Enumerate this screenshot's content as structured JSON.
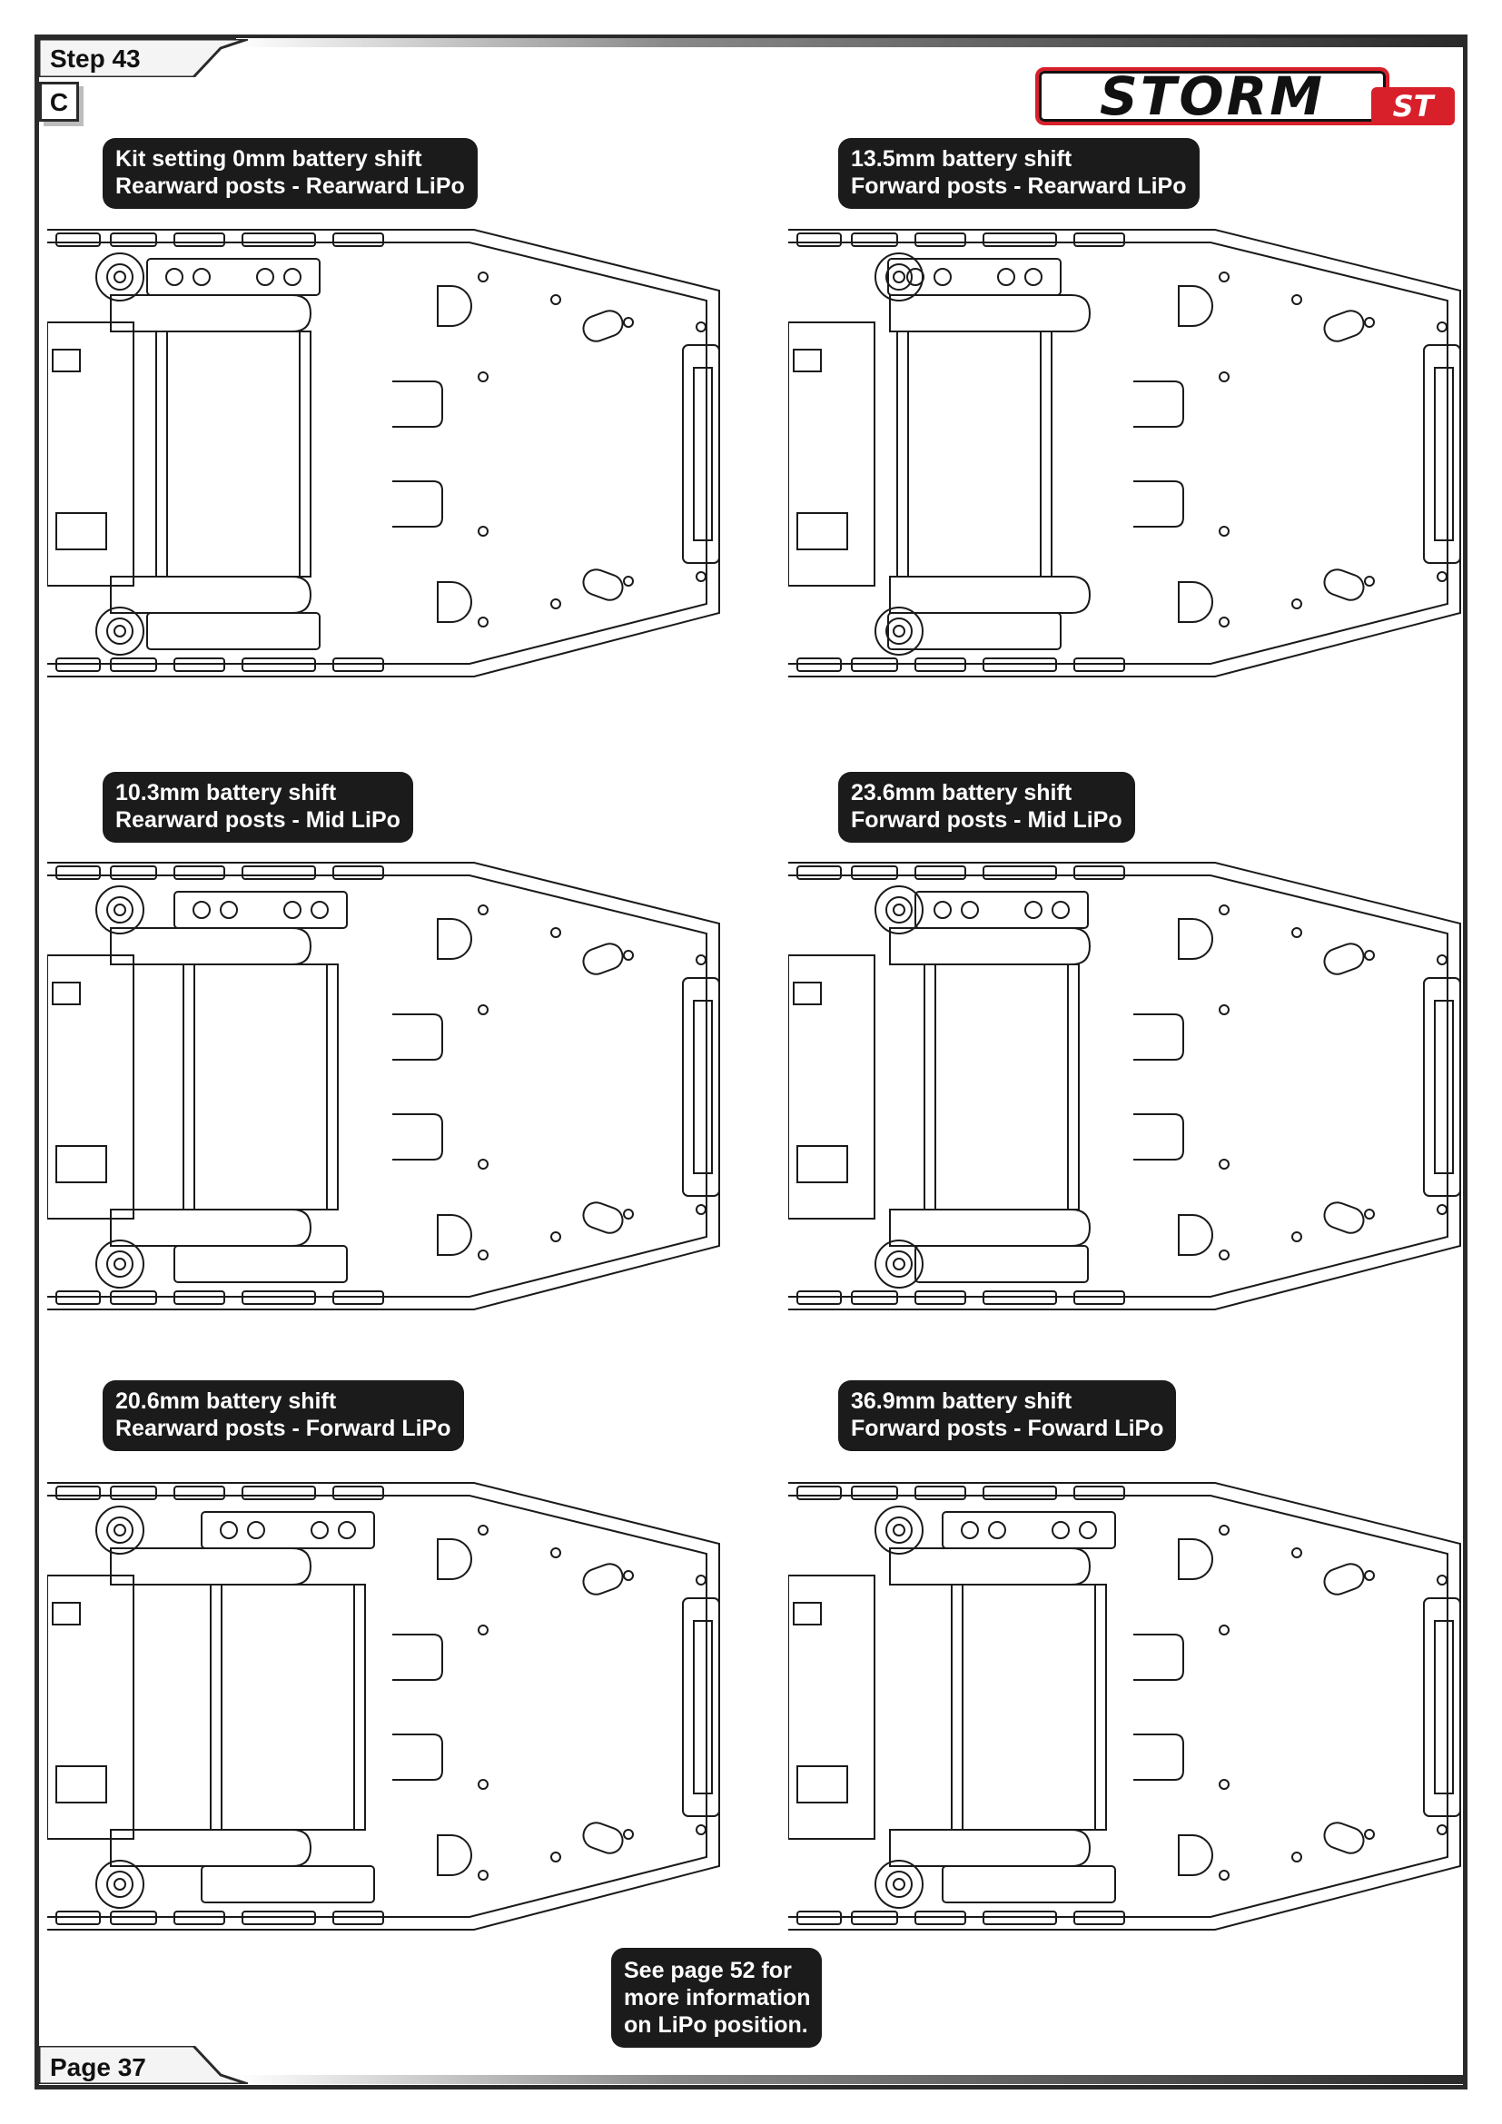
{
  "header": {
    "step": "Step 43",
    "section": "C",
    "logo_main": "STORM",
    "logo_sub": "ST"
  },
  "panels": [
    {
      "line1": "Kit setting 0mm battery shift",
      "line2": "Rearward posts - Rearward LiPo",
      "posts": "rear",
      "lipo": "rear"
    },
    {
      "line1": "13.5mm battery shift",
      "line2": "Forward posts - Rearward LiPo",
      "posts": "forward",
      "lipo": "rear"
    },
    {
      "line1": "10.3mm battery shift",
      "line2": "Rearward posts - Mid LiPo",
      "posts": "rear",
      "lipo": "mid"
    },
    {
      "line1": "23.6mm battery shift",
      "line2": "Forward posts - Mid LiPo",
      "posts": "forward",
      "lipo": "mid"
    },
    {
      "line1": "20.6mm battery shift",
      "line2": "Rearward posts - Forward LiPo",
      "posts": "rear",
      "lipo": "forward"
    },
    {
      "line1": "36.9mm battery shift",
      "line2": "Forward posts - Foward LiPo",
      "posts": "forward",
      "lipo": "forward"
    }
  ],
  "note": {
    "line1": "See page 52 for",
    "line2": "more information",
    "line3": "on LiPo position."
  },
  "footer": {
    "page": "Page 37"
  }
}
